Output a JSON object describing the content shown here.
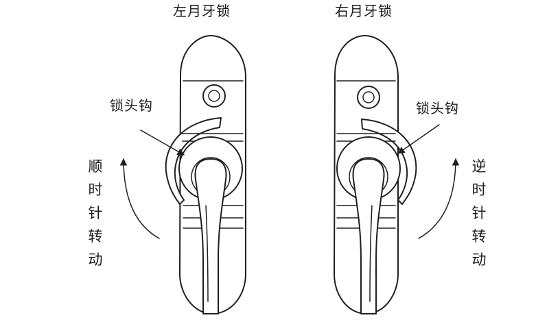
{
  "labels": {
    "left_title": "左月牙锁",
    "right_title": "右月牙锁",
    "left_hook": "锁头钩",
    "right_hook": "锁头钩",
    "left_rotation": [
      "顺",
      "时",
      "针",
      "转",
      "动"
    ],
    "right_rotation": [
      "逆",
      "时",
      "针",
      "转",
      "动"
    ]
  },
  "colors": {
    "line": "#1f1f1f",
    "background": "#ffffff"
  }
}
